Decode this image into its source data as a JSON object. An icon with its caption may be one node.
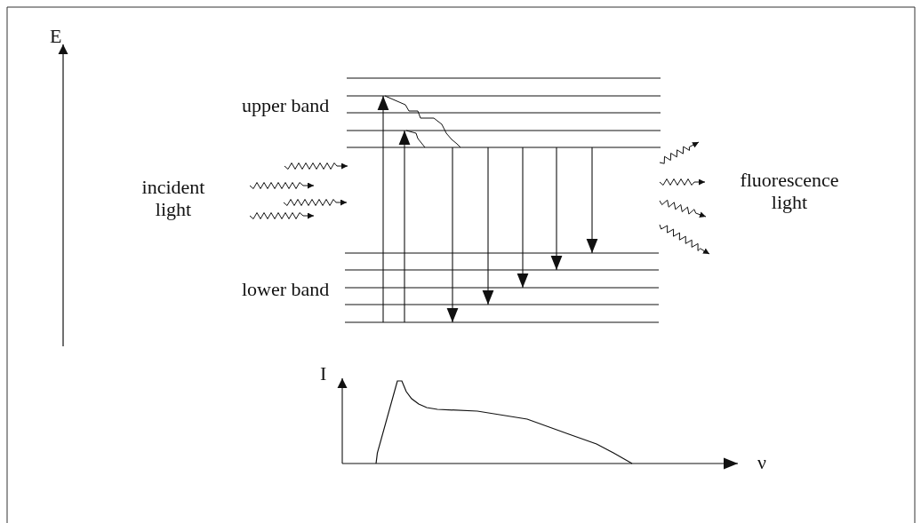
{
  "diagram": {
    "labels": [
      "E",
      "upper band",
      "incident light",
      "fluorescence light",
      "lower band",
      "I",
      "ν"
    ]
  }
}
